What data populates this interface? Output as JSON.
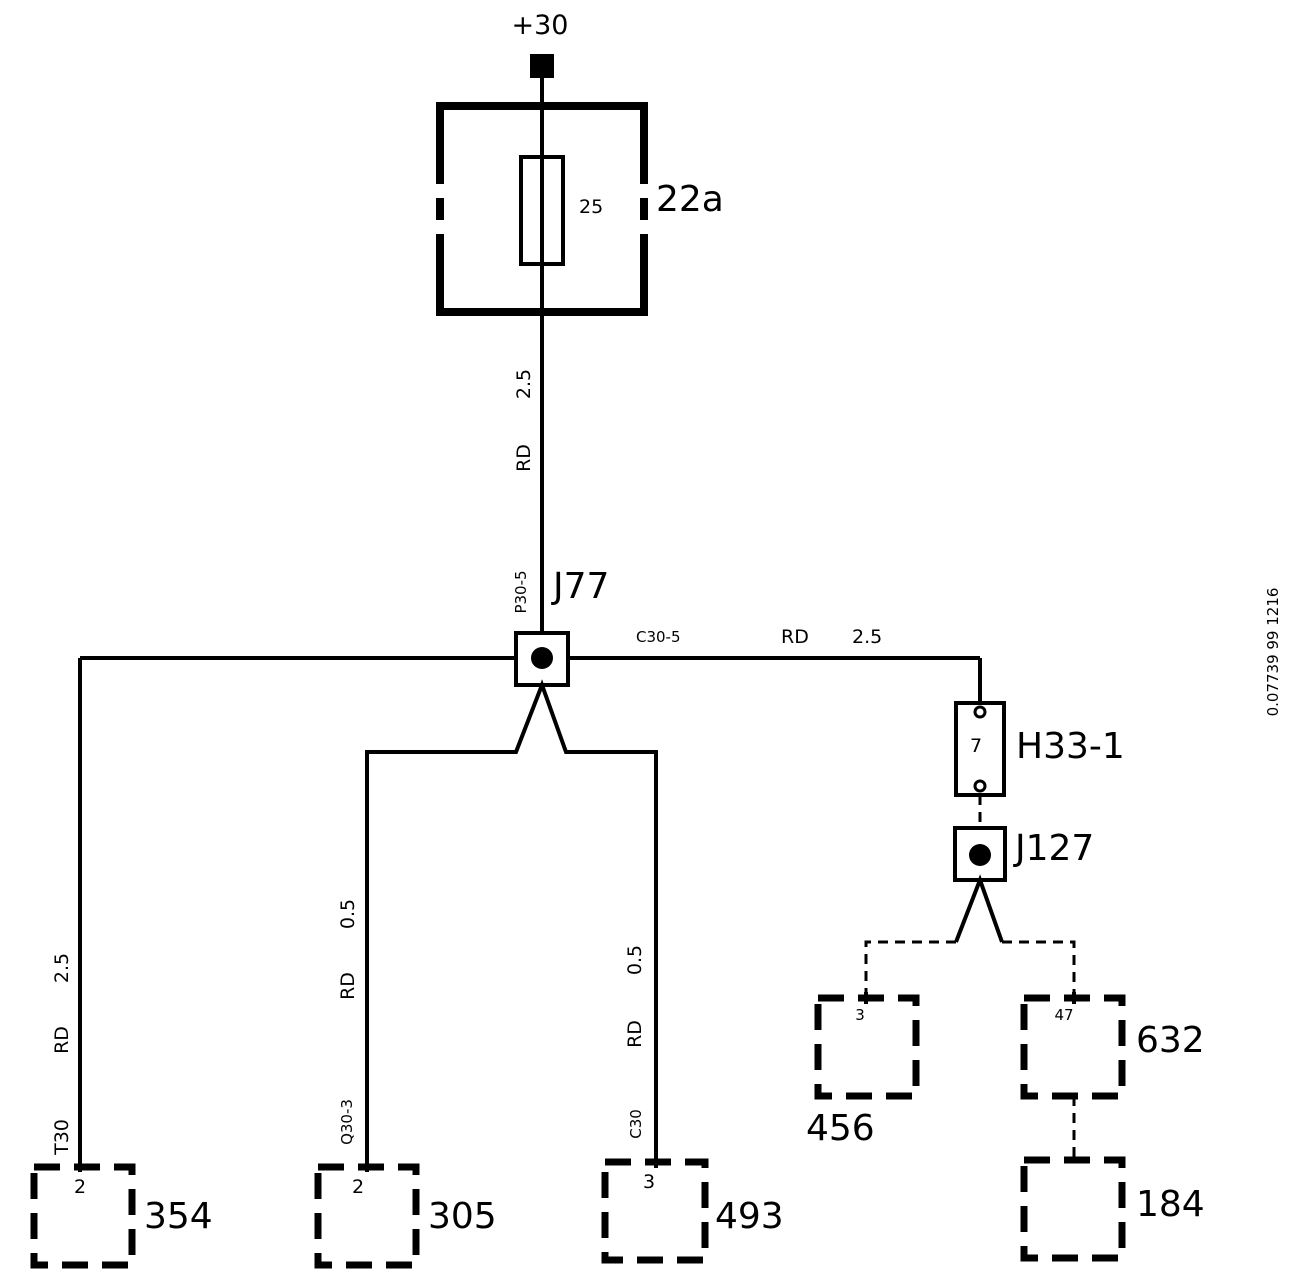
{
  "supply": {
    "label": "+30"
  },
  "fuse_box": {
    "id": "22a",
    "fuse_rating": "25"
  },
  "main_wire": {
    "size": "2.5",
    "color": "RD"
  },
  "splice_j77": {
    "id": "J77",
    "pin": "P30-5"
  },
  "wire_c305": {
    "pin": "C30-5",
    "color": "RD",
    "size": "2.5"
  },
  "fuse_h33": {
    "id": "H33-1",
    "number": "7"
  },
  "splice_j127": {
    "id": "J127"
  },
  "branches": [
    {
      "pin": "T30",
      "color": "RD",
      "size": "2.5",
      "terminal": "2",
      "component": "354"
    },
    {
      "pin": "Q30-3",
      "color": "RD",
      "size": "0.5",
      "terminal": "2",
      "component": "305"
    },
    {
      "pin": "C30",
      "color": "RD",
      "size": "0.5",
      "terminal": "3",
      "component": "493"
    }
  ],
  "optional_components": [
    {
      "terminal": "3",
      "component": "456"
    },
    {
      "terminal": "47",
      "component": "632"
    },
    {
      "terminal": "",
      "component": "184"
    }
  ],
  "doc_id": "0.07739 99 1216"
}
